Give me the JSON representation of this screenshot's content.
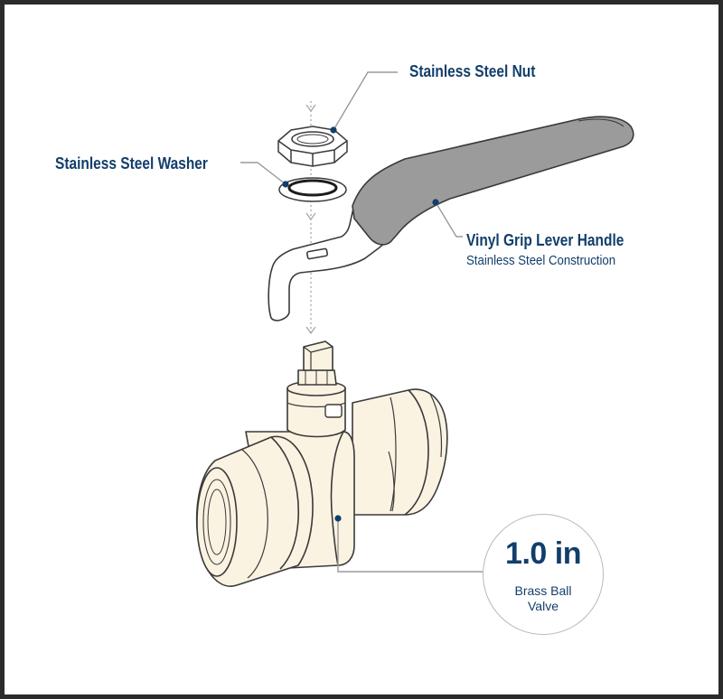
{
  "callouts": {
    "nut": {
      "label": "Stainless Steel Nut"
    },
    "washer": {
      "label": "Stainless Steel Washer"
    },
    "handle": {
      "label": "Vinyl Grip Lever Handle",
      "sublabel": "Stainless Steel Construction"
    }
  },
  "badge": {
    "size": "1.0 in",
    "line1": "Brass Ball",
    "line2": "Valve"
  },
  "colors": {
    "accent": "#123e6b",
    "brass": "#fbf3e1",
    "grip": "#9b9b9b",
    "outline": "#3a3a3a",
    "frame": "#2b2b2b"
  }
}
